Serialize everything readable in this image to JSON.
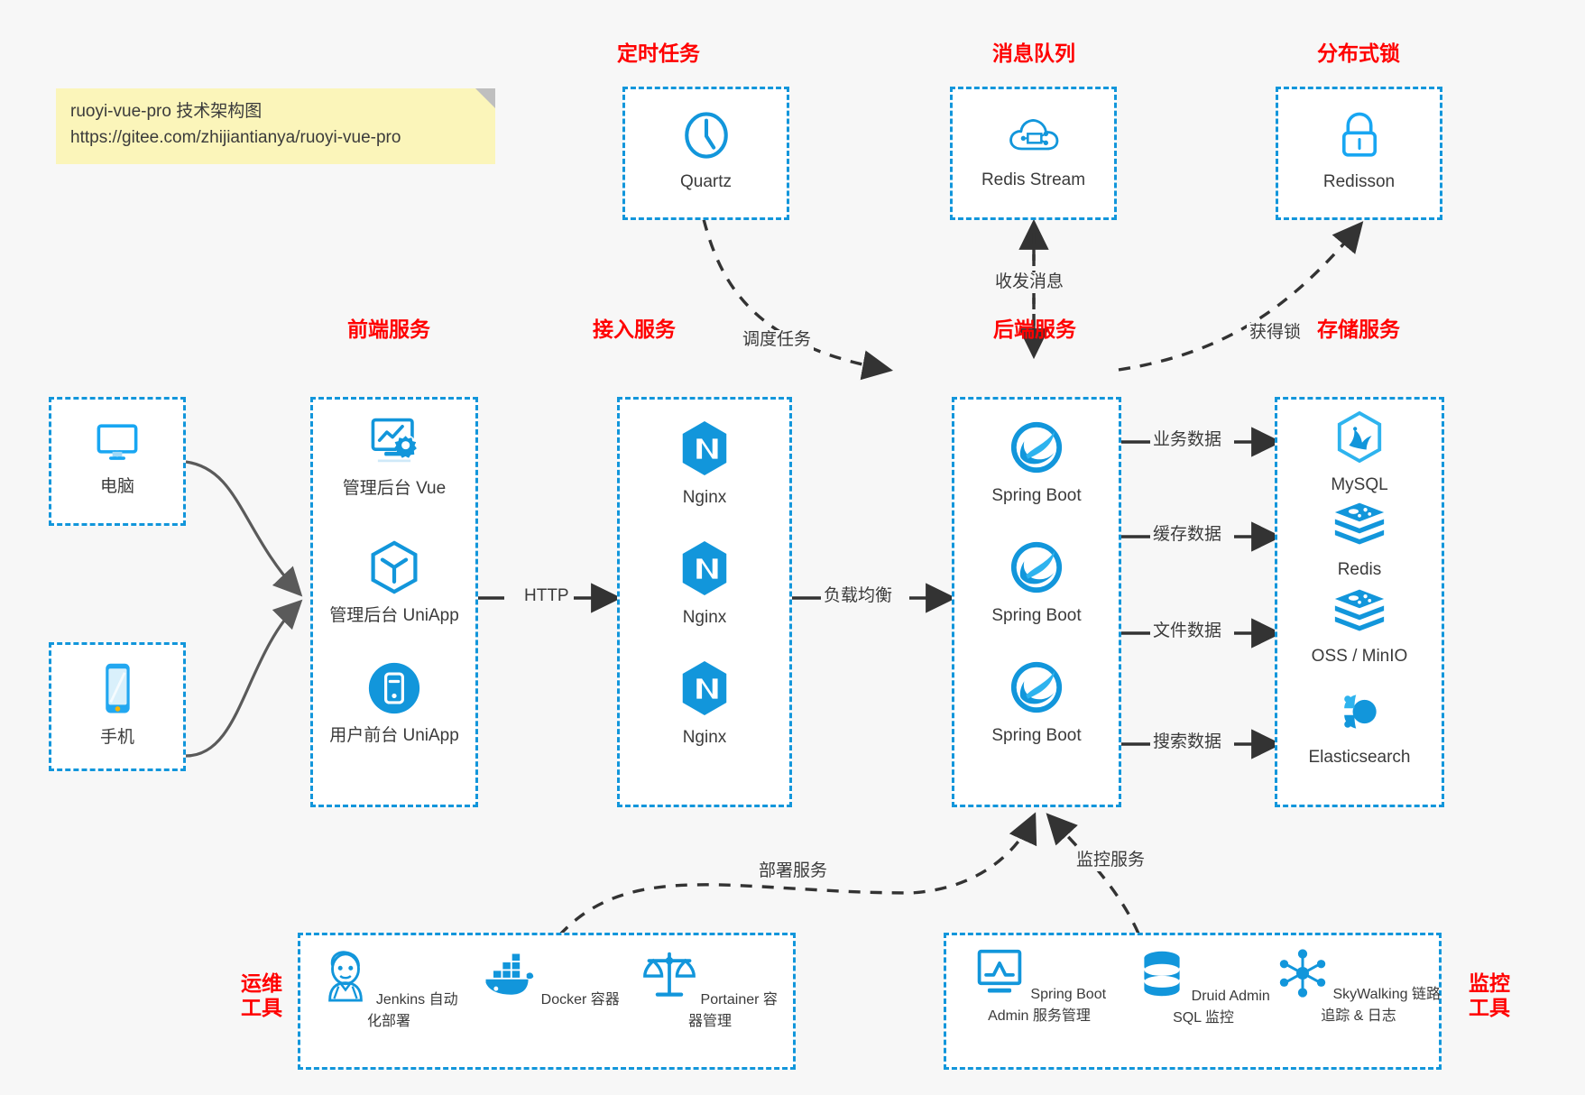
{
  "note": {
    "line1": "ruoyi-vue-pro 技术架构图",
    "line2": "https://gitee.com/zhijiantianya/ruoyi-vue-pro"
  },
  "colors": {
    "accent": "#1296db",
    "title": "#ff0000",
    "text": "#3b3b3b",
    "background": "#f7f7f7",
    "note": "#fbf5ba",
    "wire": "#4d4d4d"
  },
  "groups": {
    "scheduled_task": {
      "title": "定时任务",
      "nodes": [
        {
          "label": "Quartz",
          "icon": "clock-icon"
        }
      ]
    },
    "message_queue": {
      "title": "消息队列",
      "nodes": [
        {
          "label": "Redis Stream",
          "icon": "cloud-stream-icon"
        }
      ]
    },
    "distributed_lock": {
      "title": "分布式锁",
      "nodes": [
        {
          "label": "Redisson",
          "icon": "lock-icon"
        }
      ]
    },
    "clients": {
      "nodes": [
        {
          "label": "电脑",
          "icon": "desktop-icon"
        },
        {
          "label": "手机",
          "icon": "mobile-icon"
        }
      ]
    },
    "frontend": {
      "title": "前端服务",
      "nodes": [
        {
          "label": "管理后台 Vue",
          "icon": "dashboard-gear-icon"
        },
        {
          "label": "管理后台 UniApp",
          "icon": "cube-icon"
        },
        {
          "label": "用户前台 UniApp",
          "icon": "app-circle-icon"
        }
      ]
    },
    "gateway": {
      "title": "接入服务",
      "nodes": [
        {
          "label": "Nginx",
          "icon": "nginx-icon"
        },
        {
          "label": "Nginx",
          "icon": "nginx-icon"
        },
        {
          "label": "Nginx",
          "icon": "nginx-icon"
        }
      ]
    },
    "backend": {
      "title": "后端服务",
      "nodes": [
        {
          "label": "Spring Boot",
          "icon": "spring-boot-icon"
        },
        {
          "label": "Spring Boot",
          "icon": "spring-boot-icon"
        },
        {
          "label": "Spring Boot",
          "icon": "spring-boot-icon"
        }
      ]
    },
    "storage": {
      "title": "存储服务",
      "nodes": [
        {
          "label": "MySQL",
          "icon": "mysql-icon"
        },
        {
          "label": "Redis",
          "icon": "redis-icon"
        },
        {
          "label": "OSS / MinIO",
          "icon": "oss-icon"
        },
        {
          "label": "Elasticsearch",
          "icon": "elasticsearch-icon"
        }
      ]
    },
    "devops": {
      "title_line1": "运维",
      "title_line2": "工具",
      "nodes": [
        {
          "label": "Jenkins",
          "sublabel": "自动化部署",
          "icon": "jenkins-icon"
        },
        {
          "label": "Docker",
          "sublabel": "容器",
          "icon": "docker-icon"
        },
        {
          "label": "Portainer",
          "sublabel": "容器管理",
          "icon": "scales-icon"
        }
      ]
    },
    "monitor": {
      "title_line1": "监控",
      "title_line2": "工具",
      "nodes": [
        {
          "label": "Spring Boot Admin",
          "sublabel": "服务管理",
          "icon": "monitor-chart-icon"
        },
        {
          "label": "Druid Admin",
          "sublabel": "SQL 监控",
          "icon": "database-icon"
        },
        {
          "label": "SkyWalking",
          "sublabel": "链路追踪 & 日志",
          "icon": "skywalking-icon"
        }
      ]
    }
  },
  "edges": [
    {
      "id": "http",
      "label": "HTTP"
    },
    {
      "id": "load-balance",
      "label": "负载均衡"
    },
    {
      "id": "schedule-task",
      "label": "调度任务"
    },
    {
      "id": "send-receive-message",
      "label": "收发消息"
    },
    {
      "id": "acquire-lock",
      "label": "获得锁"
    },
    {
      "id": "business-data",
      "label": "业务数据"
    },
    {
      "id": "cache-data",
      "label": "缓存数据"
    },
    {
      "id": "file-data",
      "label": "文件数据"
    },
    {
      "id": "search-data",
      "label": "搜索数据"
    },
    {
      "id": "deploy-service",
      "label": "部署服务"
    },
    {
      "id": "monitor-service",
      "label": "监控服务"
    }
  ]
}
